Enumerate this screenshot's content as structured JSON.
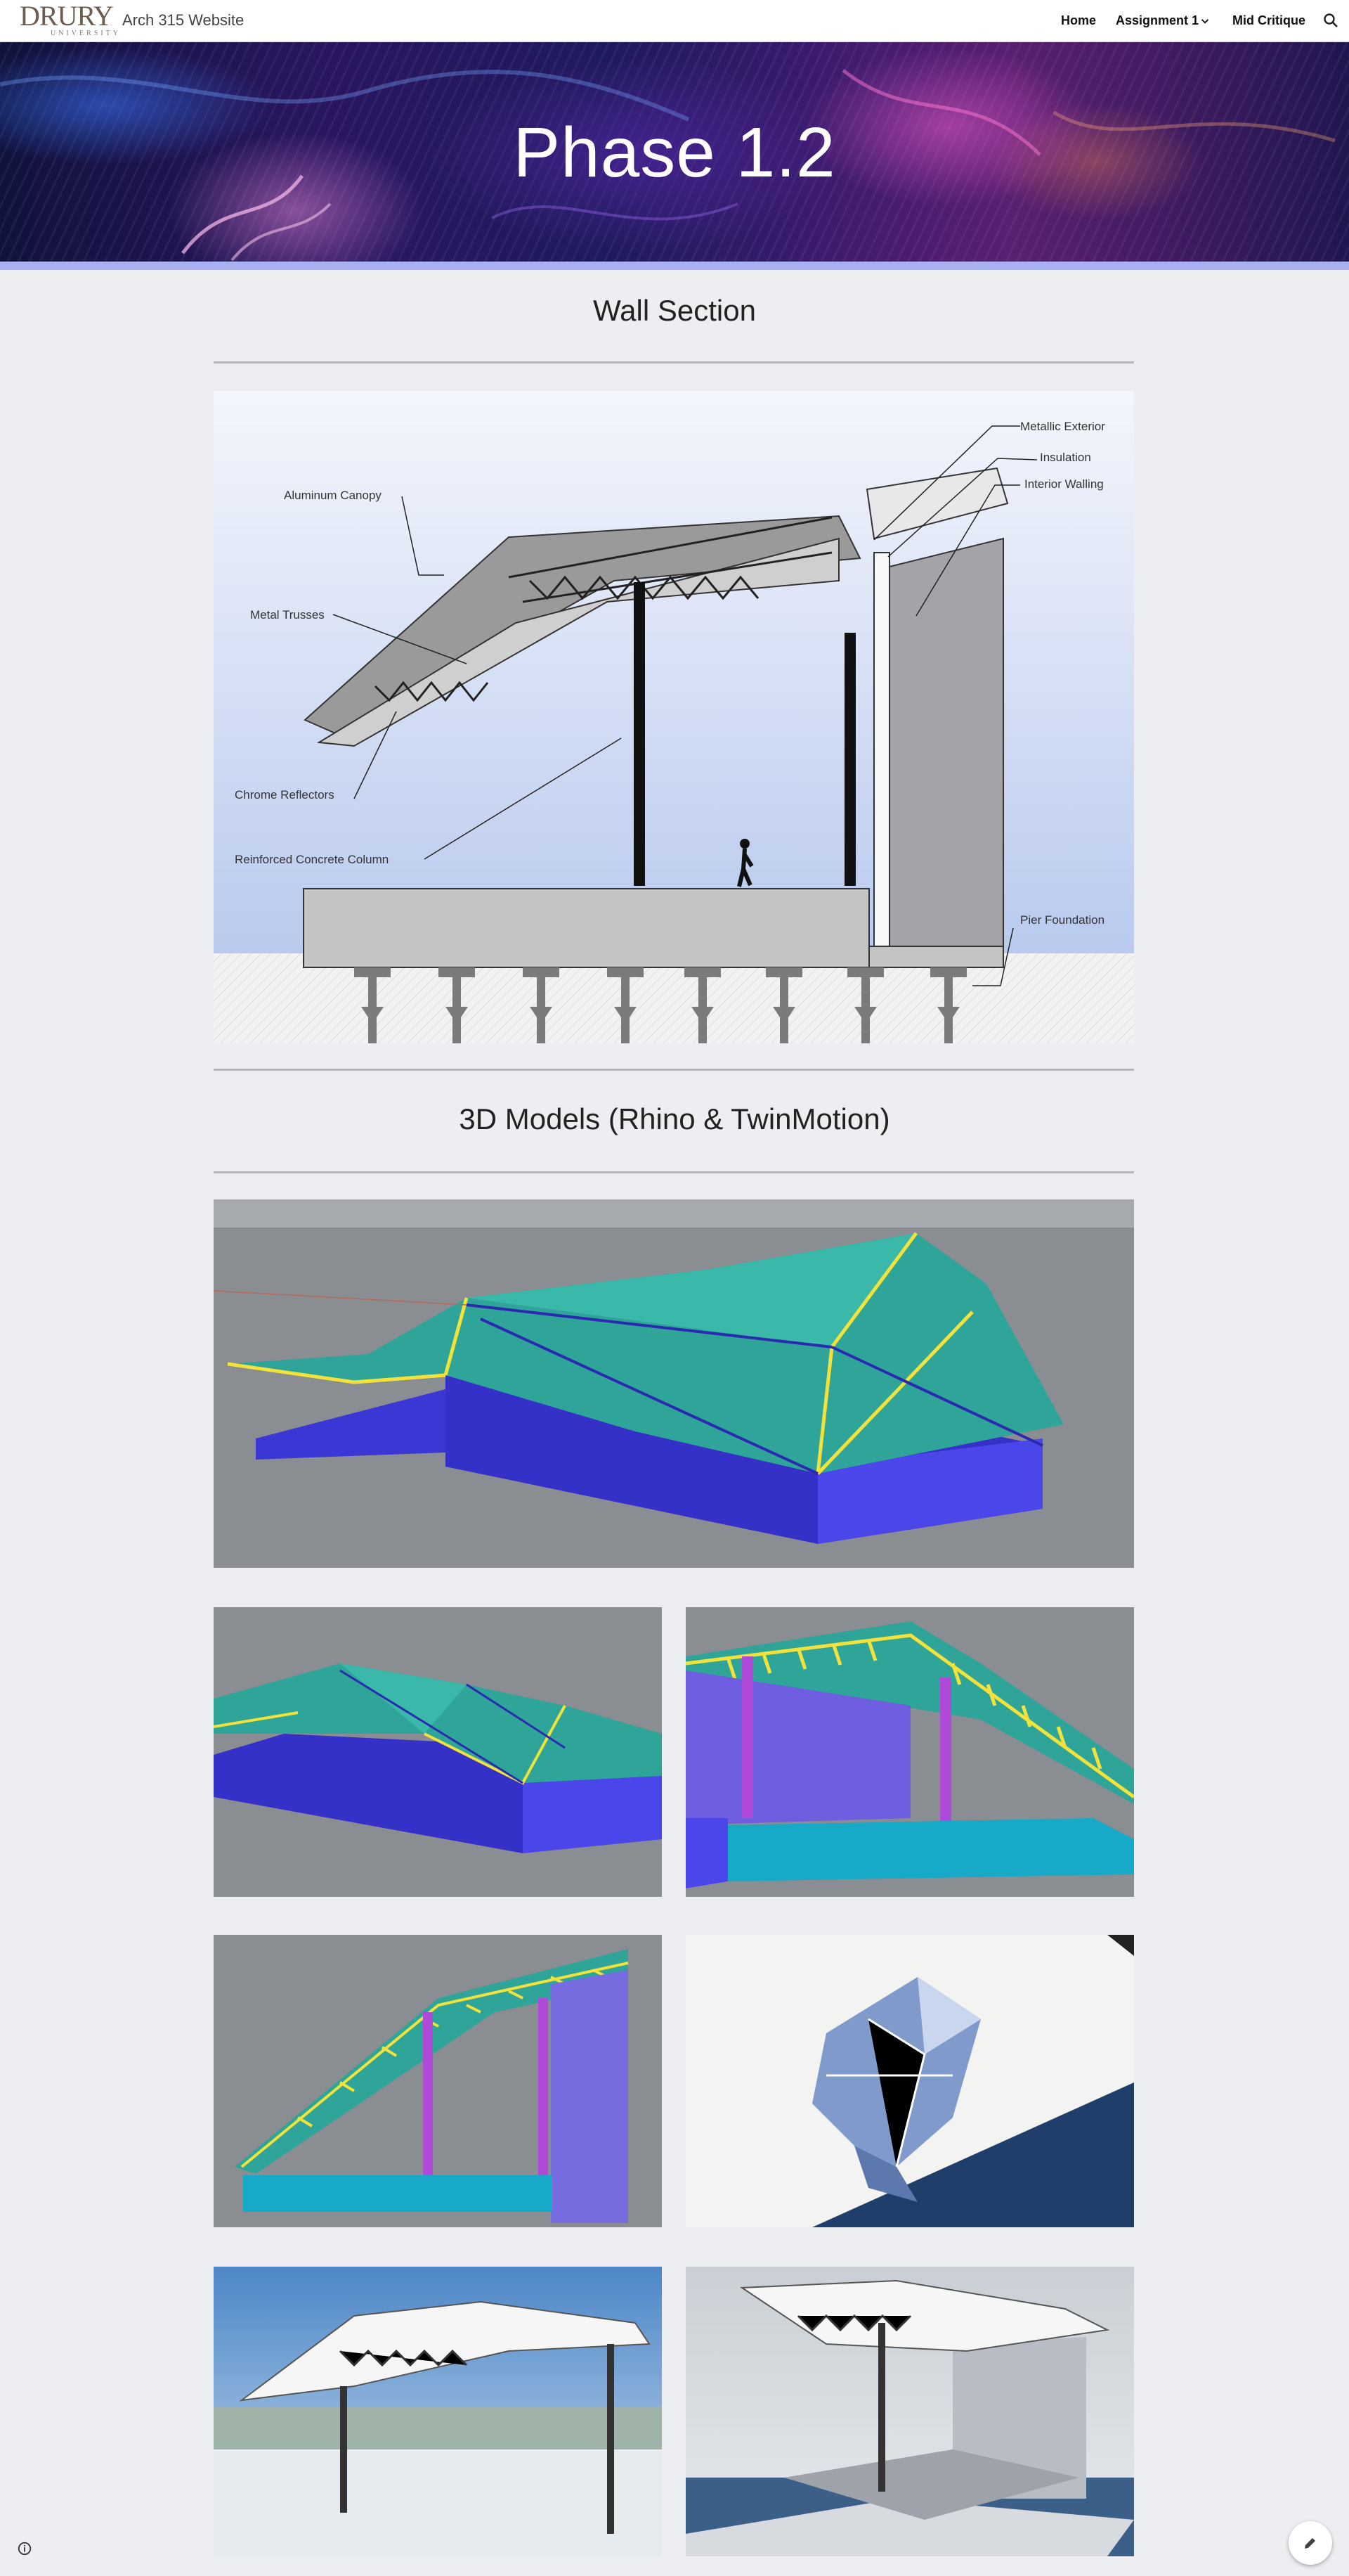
{
  "header": {
    "logo_text": "DRURY",
    "logo_sub": "UNIVERSITY",
    "site_title": "Arch 315 Website",
    "nav": [
      "Home",
      "Assignment 1",
      "Mid Critique"
    ]
  },
  "hero": {
    "title": "Phase 1.2"
  },
  "sections": [
    {
      "title": "Wall Section"
    },
    {
      "title": "3D Models (Rhino & TwinMotion)"
    }
  ],
  "wall_section_labels": [
    "Aluminum Canopy",
    "Metal Trusses",
    "Chrome Reflectors",
    "Reinforced Concrete Column",
    "Metallic Exterior",
    "Insulation",
    "Interior Walling",
    "Pier Foundation"
  ],
  "colors": {
    "hero_band": "#aab1f2",
    "page_bg": "#eceef2",
    "model_teal": "#2fa59a",
    "model_blue": "#3a35d8",
    "model_yellow": "#f2e23a"
  }
}
